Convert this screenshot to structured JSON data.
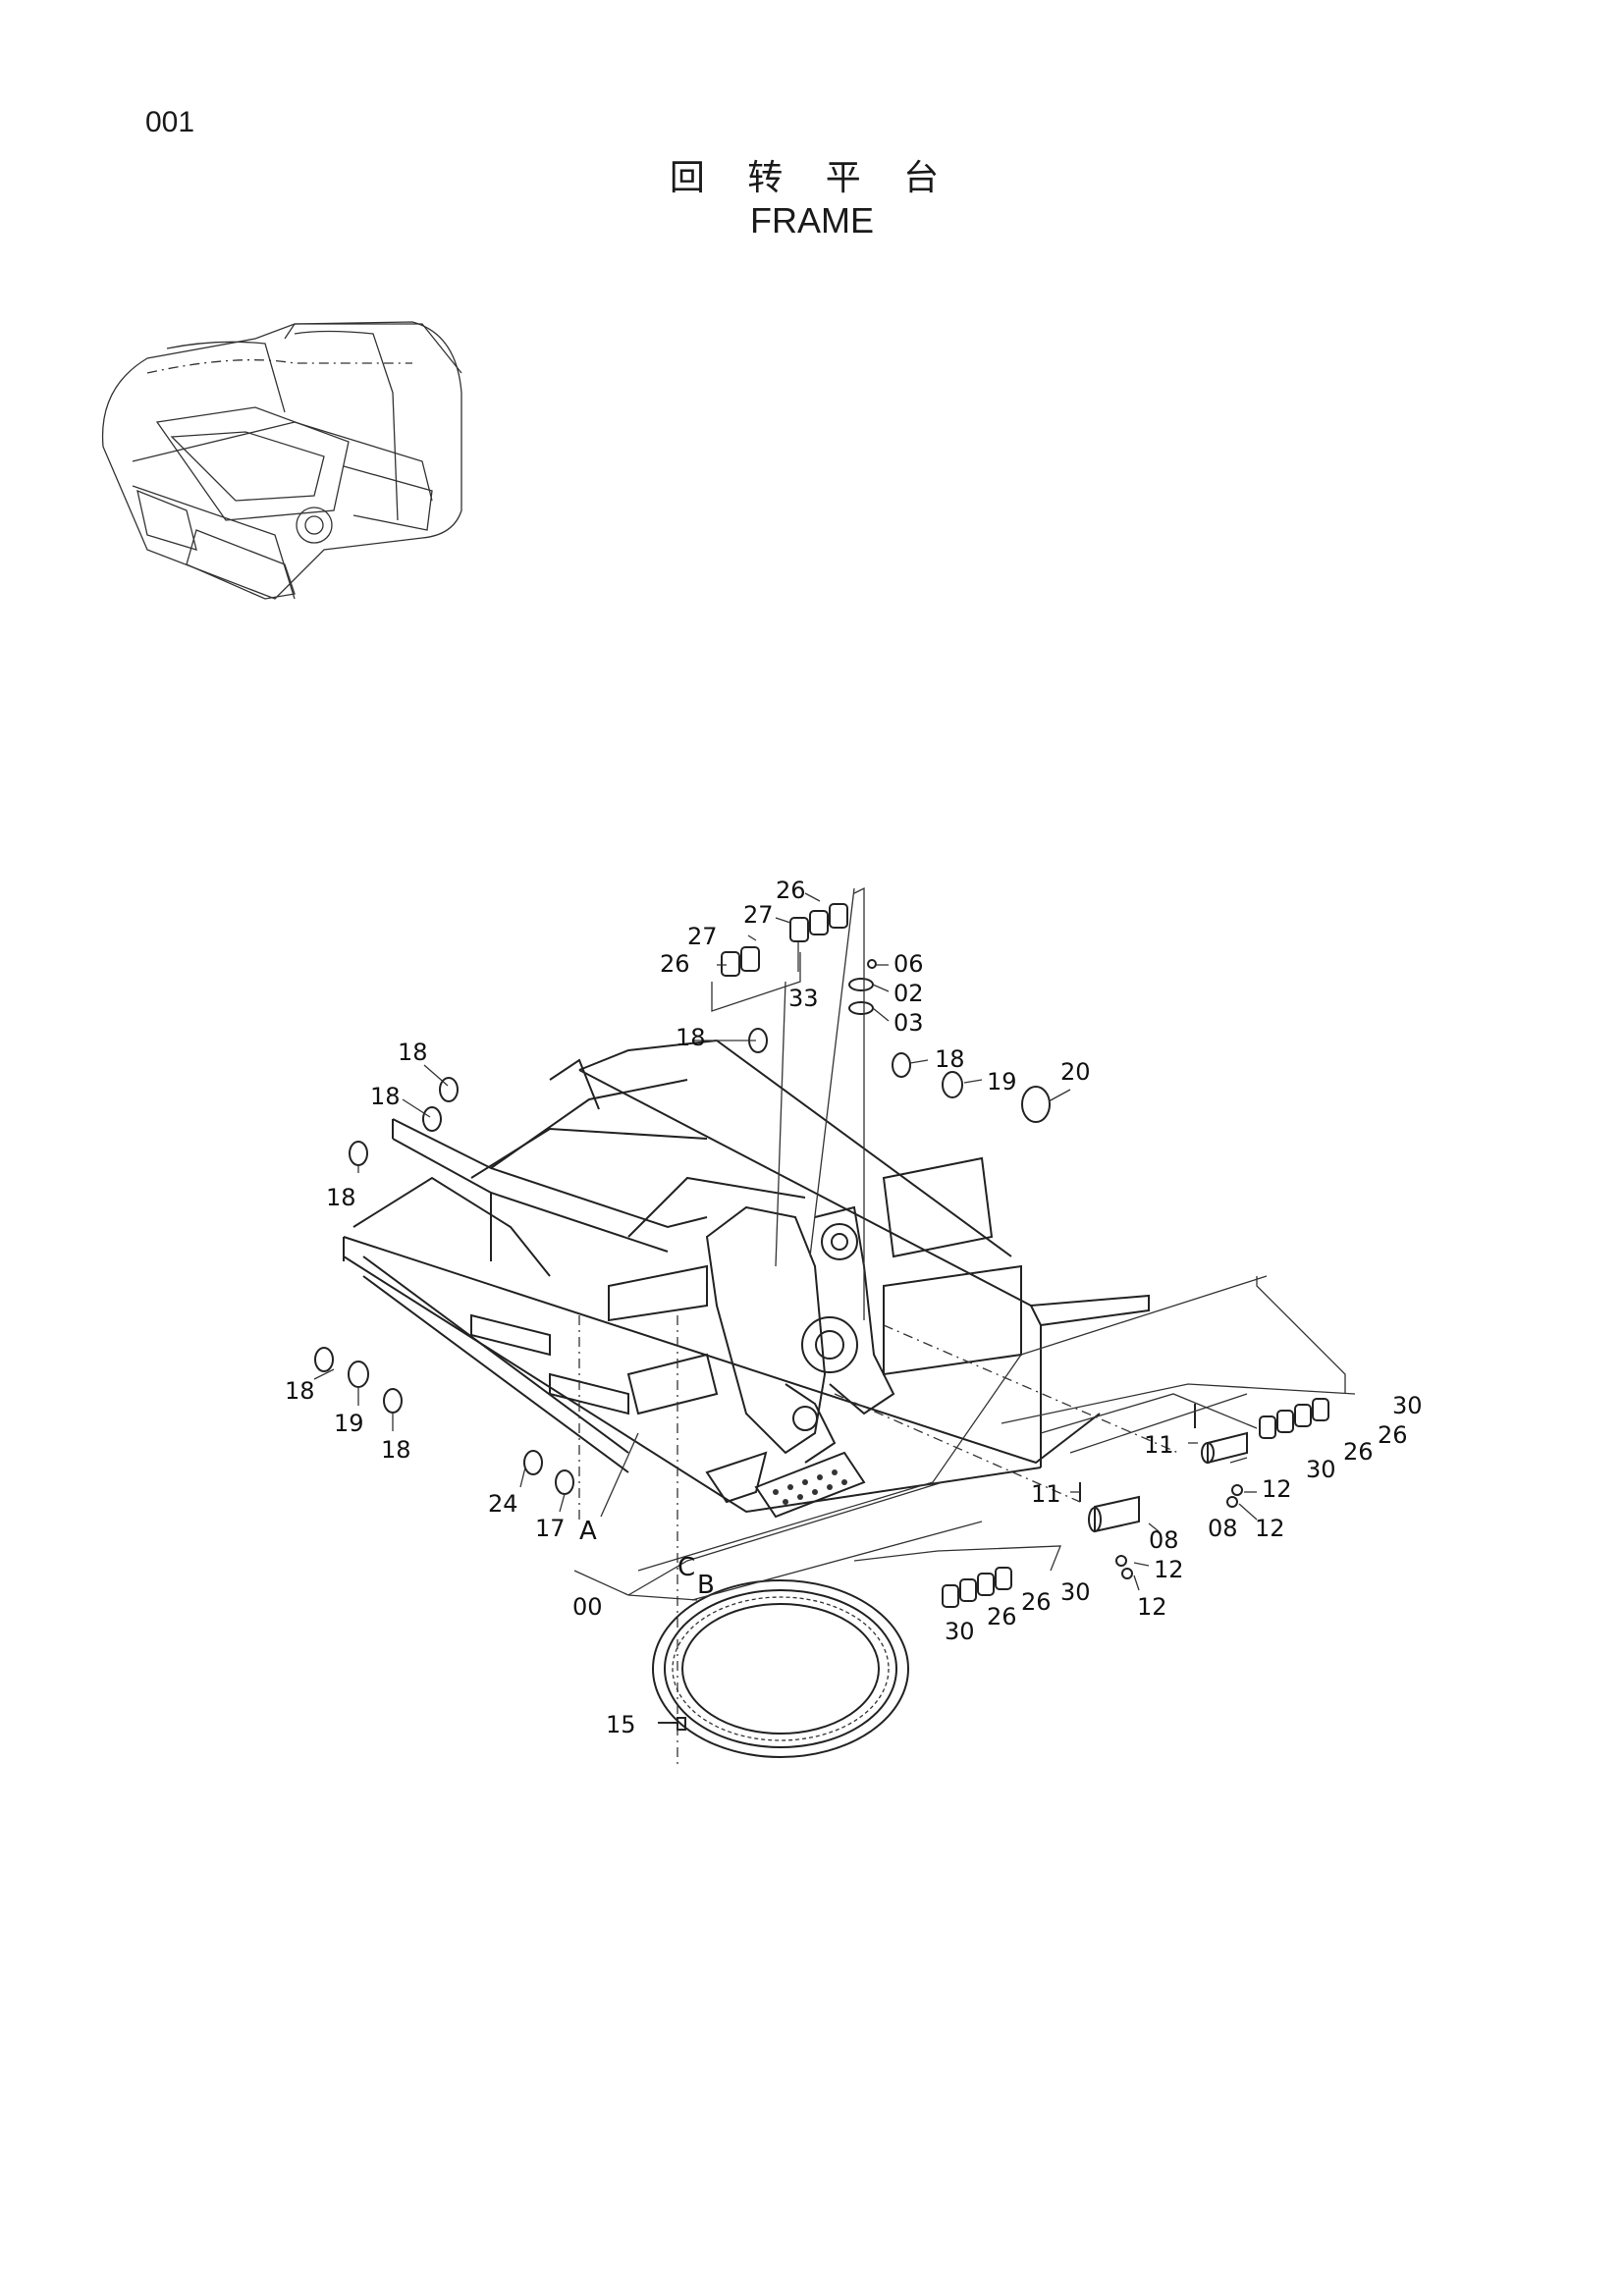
{
  "page": {
    "number": "001"
  },
  "title": {
    "chinese": "回 转 平 台",
    "english": "FRAME"
  },
  "callouts": [
    {
      "id": "c1",
      "text": "26"
    },
    {
      "id": "c2",
      "text": "27"
    },
    {
      "id": "c3",
      "text": "27"
    },
    {
      "id": "c4",
      "text": "26"
    },
    {
      "id": "c5",
      "text": "33"
    },
    {
      "id": "c6",
      "text": "06"
    },
    {
      "id": "c7",
      "text": "02"
    },
    {
      "id": "c8",
      "text": "03"
    },
    {
      "id": "c9",
      "text": "18"
    },
    {
      "id": "c10",
      "text": "18"
    },
    {
      "id": "c11",
      "text": "18"
    },
    {
      "id": "c12",
      "text": "18"
    },
    {
      "id": "c13",
      "text": "19"
    },
    {
      "id": "c14",
      "text": "18"
    },
    {
      "id": "c15",
      "text": "20"
    },
    {
      "id": "c16",
      "text": "18"
    },
    {
      "id": "c17",
      "text": "19"
    },
    {
      "id": "c18",
      "text": "18"
    },
    {
      "id": "c19",
      "text": "24"
    },
    {
      "id": "c20",
      "text": "17"
    },
    {
      "id": "c21",
      "text": "A"
    },
    {
      "id": "c22",
      "text": "C"
    },
    {
      "id": "c23",
      "text": "B"
    },
    {
      "id": "c24",
      "text": "00"
    },
    {
      "id": "c25",
      "text": "15"
    },
    {
      "id": "c26",
      "text": "30"
    },
    {
      "id": "c27",
      "text": "26"
    },
    {
      "id": "c28",
      "text": "26"
    },
    {
      "id": "c29",
      "text": "30"
    },
    {
      "id": "c30",
      "text": "11"
    },
    {
      "id": "c31",
      "text": "08"
    },
    {
      "id": "c32",
      "text": "12"
    },
    {
      "id": "c33",
      "text": "12"
    },
    {
      "id": "c34",
      "text": "11"
    },
    {
      "id": "c35",
      "text": "12"
    },
    {
      "id": "c36",
      "text": "08"
    },
    {
      "id": "c37",
      "text": "12"
    },
    {
      "id": "c38",
      "text": "30"
    },
    {
      "id": "c39",
      "text": "26"
    },
    {
      "id": "c40",
      "text": "26"
    },
    {
      "id": "c41",
      "text": "30"
    }
  ]
}
